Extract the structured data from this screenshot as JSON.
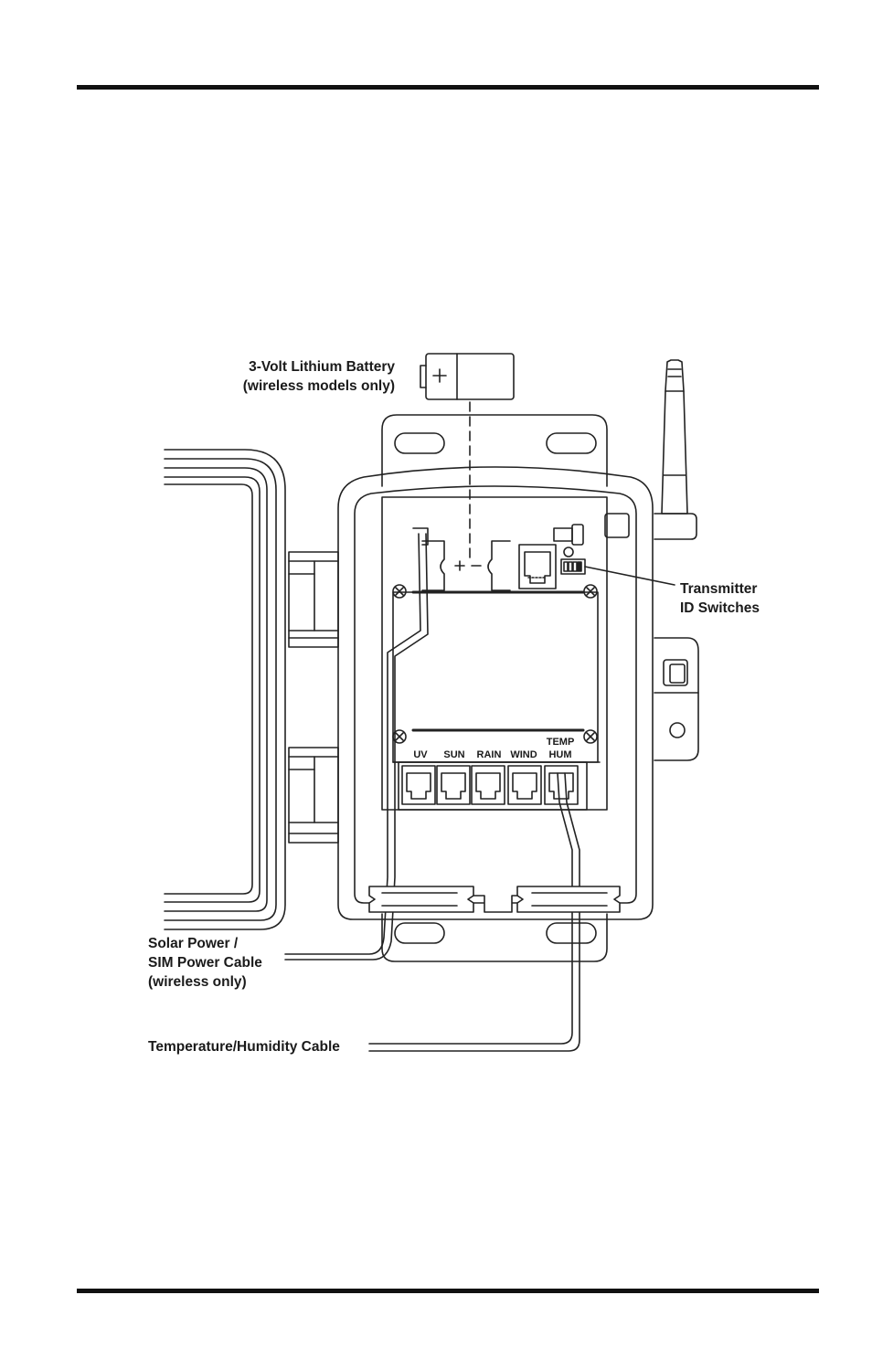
{
  "battery": {
    "line1": "3-Volt Lithium Battery",
    "line2": "(wireless models only)"
  },
  "transmitter": {
    "line1": "Transmitter",
    "line2": "ID Switches"
  },
  "solar": {
    "line1": "Solar Power /",
    "line2": "SIM Power Cable",
    "line3": "(wireless only)"
  },
  "temp_cable": {
    "label": "Temperature/Humidity Cable"
  },
  "ports": {
    "uv": "UV",
    "sun": "SUN",
    "rain": "RAIN",
    "wind": "WIND",
    "temp": "TEMP",
    "hum": "HUM"
  },
  "polarity": {
    "plus": "+",
    "minus": "−"
  }
}
